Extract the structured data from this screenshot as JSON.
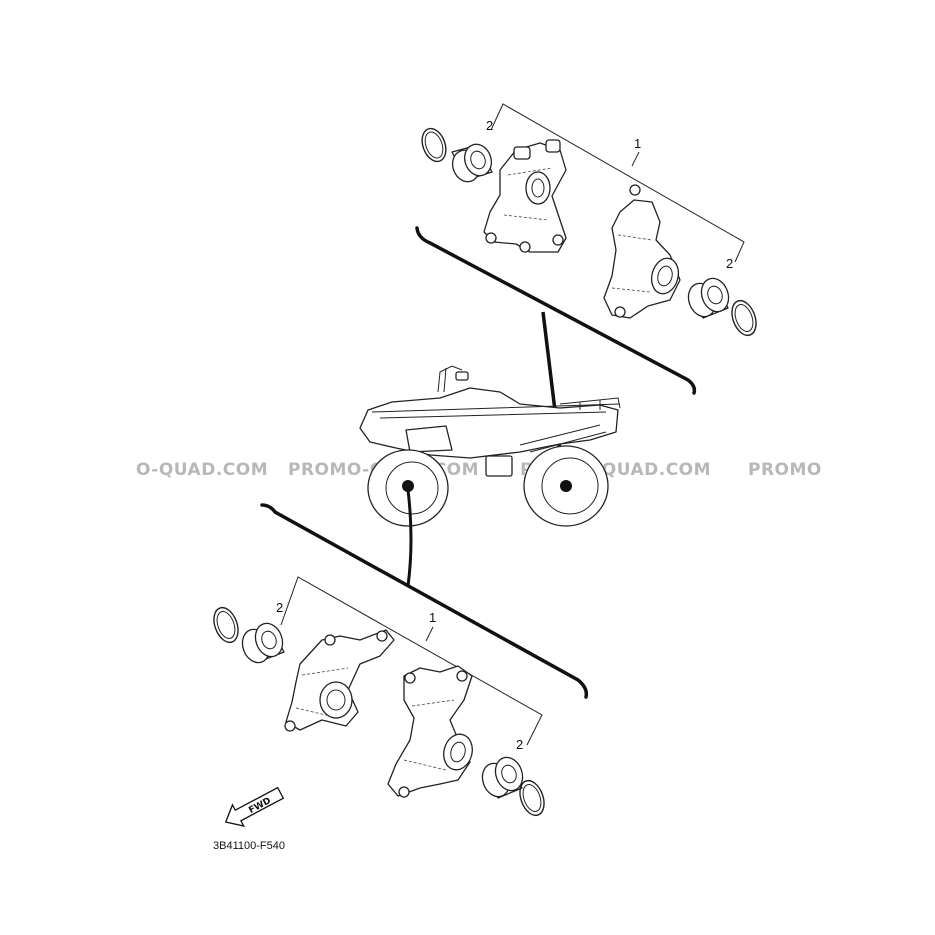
{
  "diagram": {
    "code": "3B41100-F540",
    "fwd_label": "FWD",
    "watermark": "PROMO-QUAD.COM",
    "watermark_partial_left": "O-QUAD.COM",
    "watermark_partial_right": "PROMO",
    "rear_group": {
      "callout_knuckle": "1",
      "callout_bearing_left": "2",
      "callout_bearing_right": "2"
    },
    "front_group": {
      "callout_knuckle": "1",
      "callout_bearing_left": "2",
      "callout_bearing_right": "2"
    }
  }
}
